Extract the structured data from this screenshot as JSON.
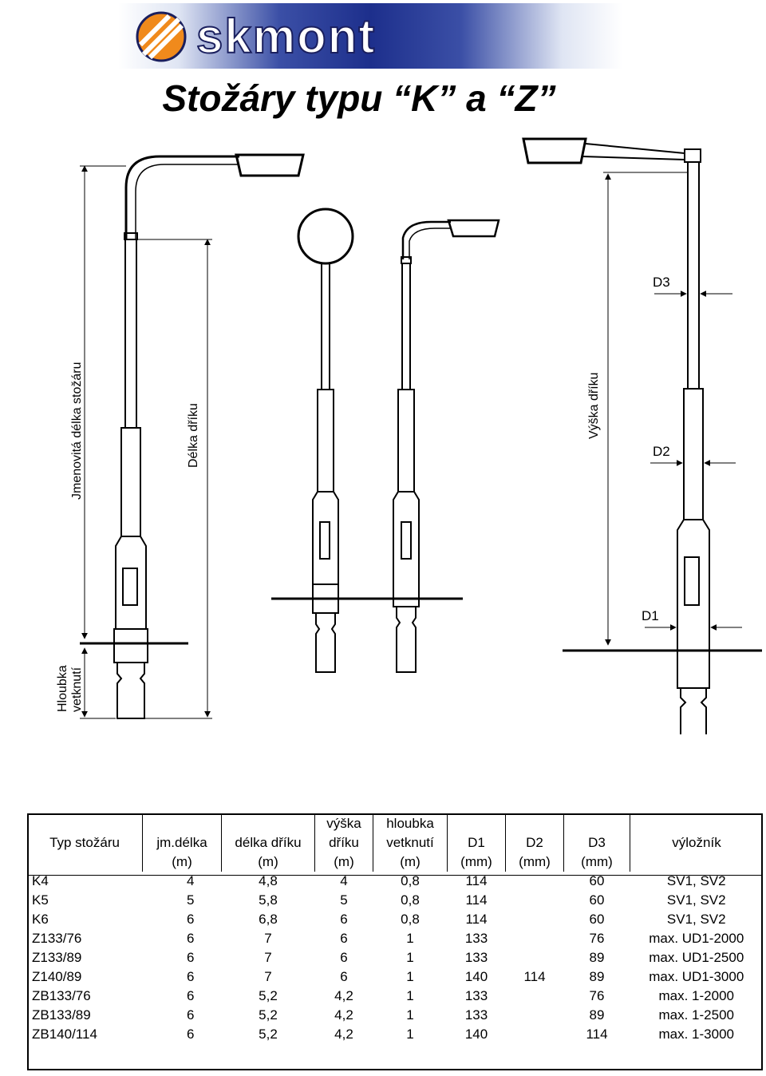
{
  "header": {
    "logo_text": "skmont",
    "logo_icon": "skmont-logo-icon",
    "title": "Stožáry typu “K” a “Z”"
  },
  "drawing": {
    "labels": {
      "jmenovita_delka": "Jmenovitá délka stožáru",
      "delka_driku": "Délka dříku",
      "hloubka_line1": "Hloubka",
      "hloubka_line2": "vetknutí",
      "vyska_driku": "Výška dříku",
      "d1": "D1",
      "d2": "D2",
      "d3": "D3"
    }
  },
  "table": {
    "headers": [
      {
        "lines": [
          "",
          "Typ stožáru",
          ""
        ]
      },
      {
        "lines": [
          "",
          "jm.délka",
          "(m)"
        ]
      },
      {
        "lines": [
          "",
          "délka dříku",
          "(m)"
        ]
      },
      {
        "lines": [
          "výška",
          "dříku",
          "(m)"
        ]
      },
      {
        "lines": [
          "hloubka",
          "vetknutí",
          "(m)"
        ]
      },
      {
        "lines": [
          "",
          "D1",
          "(mm)"
        ]
      },
      {
        "lines": [
          "",
          "D2",
          "(mm)"
        ]
      },
      {
        "lines": [
          "",
          "D3",
          "(mm)"
        ]
      },
      {
        "lines": [
          "",
          "výložník",
          ""
        ]
      }
    ],
    "rows": [
      [
        "K4",
        "4",
        "4,8",
        "4",
        "0,8",
        "114",
        "",
        "60",
        "SV1, SV2"
      ],
      [
        "K5",
        "5",
        "5,8",
        "5",
        "0,8",
        "114",
        "",
        "60",
        "SV1, SV2"
      ],
      [
        "K6",
        "6",
        "6,8",
        "6",
        "0,8",
        "114",
        "",
        "60",
        "SV1, SV2"
      ],
      [
        "Z133/76",
        "6",
        "7",
        "6",
        "1",
        "133",
        "",
        "76",
        "max. UD1-2000"
      ],
      [
        "Z133/89",
        "6",
        "7",
        "6",
        "1",
        "133",
        "",
        "89",
        "max. UD1-2500"
      ],
      [
        "Z140/89",
        "6",
        "7",
        "6",
        "1",
        "140",
        "114",
        "89",
        "max. UD1-3000"
      ],
      [
        "ZB133/76",
        "6",
        "5,2",
        "4,2",
        "1",
        "133",
        "",
        "76",
        "max. 1-2000"
      ],
      [
        "ZB133/89",
        "6",
        "5,2",
        "4,2",
        "1",
        "133",
        "",
        "89",
        "max. 1-2500"
      ],
      [
        "ZB140/114",
        "6",
        "5,2",
        "4,2",
        "1",
        "140",
        "",
        "114",
        "max. 1-3000"
      ]
    ]
  }
}
